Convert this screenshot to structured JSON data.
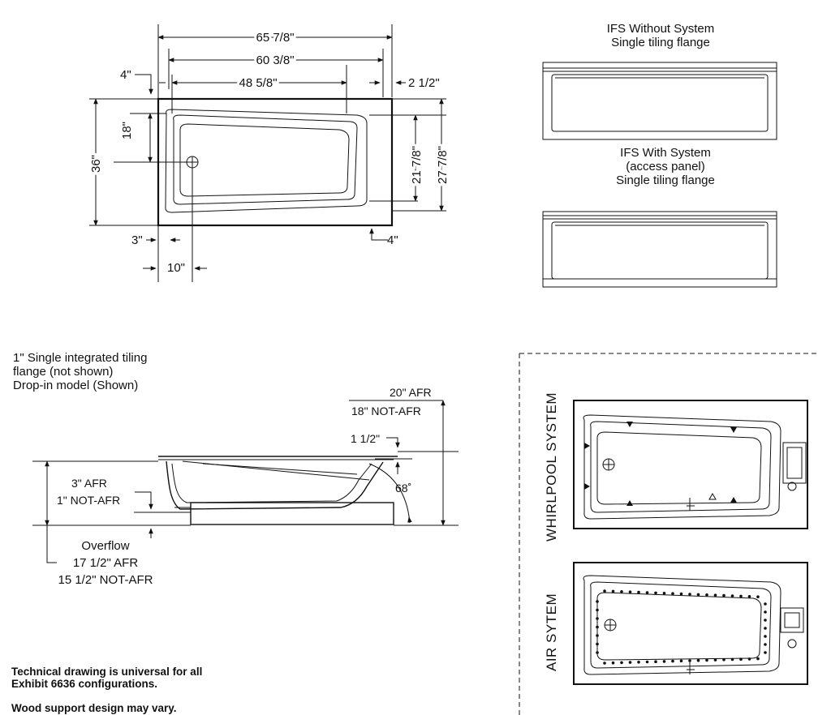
{
  "top_view": {
    "dims": {
      "overall_length": "65 7/8\"",
      "inner_length": "60 3/8\"",
      "bottom_length": "48 5/8\"",
      "left_offset_top": "4\"",
      "right_offset_top": "2 1/2\"",
      "width": "36\"",
      "drain_offset": "18\"",
      "bottom_width": "21 7/8\"",
      "inner_width": "27 7/8\"",
      "left_offset_bottom": "3\"",
      "drain_from_end": "10\"",
      "right_offset_bottom": "4\""
    }
  },
  "ifs": {
    "without_system": "IFS Without System\nSingle tiling flange",
    "with_system": "IFS With System\n(access panel)\nSingle tiling flange"
  },
  "side_view": {
    "flange_note": "1\" Single integrated tiling\nflange (not shown)\nDrop-in model (Shown)",
    "height_afr": "20\" AFR",
    "height_not_afr": "18\" NOT-AFR",
    "rim": "1 1/2\"",
    "angle": "68˚",
    "base_afr": "3\" AFR",
    "base_not_afr": "1\" NOT-AFR",
    "overflow": "Overflow\n17 1/2\" AFR\n15 1/2\" NOT-AFR"
  },
  "systems": {
    "whirlpool": "WHIRLPOOL SYSTEM",
    "air": "AIR SYTEM"
  },
  "notes": {
    "universal": "Technical drawing is universal for all\nExhibit 6636 configurations.",
    "wood": "Wood support design may vary."
  }
}
